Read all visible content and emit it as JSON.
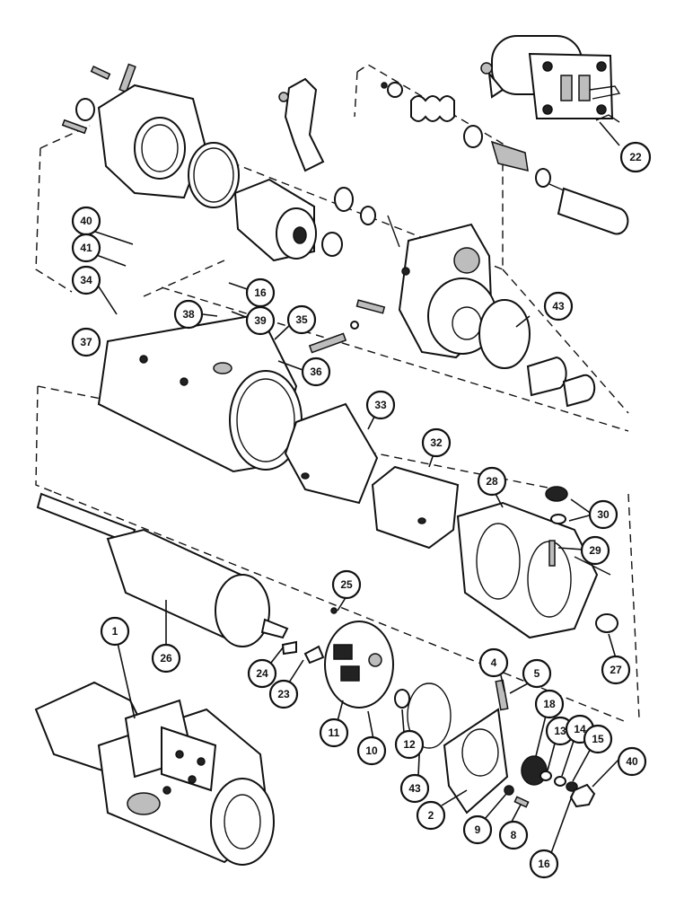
{
  "figure": {
    "callouts": [
      {
        "id": "c1",
        "label": "1"
      },
      {
        "id": "c2",
        "label": "2"
      },
      {
        "id": "c4",
        "label": "4"
      },
      {
        "id": "c5",
        "label": "5"
      },
      {
        "id": "c8",
        "label": "8"
      },
      {
        "id": "c9",
        "label": "9"
      },
      {
        "id": "c10",
        "label": "10"
      },
      {
        "id": "c11",
        "label": "11"
      },
      {
        "id": "c12",
        "label": "12"
      },
      {
        "id": "c13",
        "label": "13"
      },
      {
        "id": "c14",
        "label": "14"
      },
      {
        "id": "c15",
        "label": "15"
      },
      {
        "id": "c16a",
        "label": "16"
      },
      {
        "id": "c16b",
        "label": "16"
      },
      {
        "id": "c18",
        "label": "18"
      },
      {
        "id": "c22",
        "label": "22"
      },
      {
        "id": "c23",
        "label": "23"
      },
      {
        "id": "c24",
        "label": "24"
      },
      {
        "id": "c25",
        "label": "25"
      },
      {
        "id": "c26",
        "label": "26"
      },
      {
        "id": "c27",
        "label": "27"
      },
      {
        "id": "c28",
        "label": "28"
      },
      {
        "id": "c29",
        "label": "29"
      },
      {
        "id": "c30",
        "label": "30"
      },
      {
        "id": "c32",
        "label": "32"
      },
      {
        "id": "c33",
        "label": "33"
      },
      {
        "id": "c34",
        "label": "34"
      },
      {
        "id": "c35",
        "label": "35"
      },
      {
        "id": "c36",
        "label": "36"
      },
      {
        "id": "c37",
        "label": "37"
      },
      {
        "id": "c38",
        "label": "38"
      },
      {
        "id": "c39",
        "label": "39"
      },
      {
        "id": "c40a",
        "label": "40"
      },
      {
        "id": "c40b",
        "label": "40"
      },
      {
        "id": "c41",
        "label": "41"
      },
      {
        "id": "c43a",
        "label": "43"
      },
      {
        "id": "c43b",
        "label": "43"
      }
    ]
  }
}
